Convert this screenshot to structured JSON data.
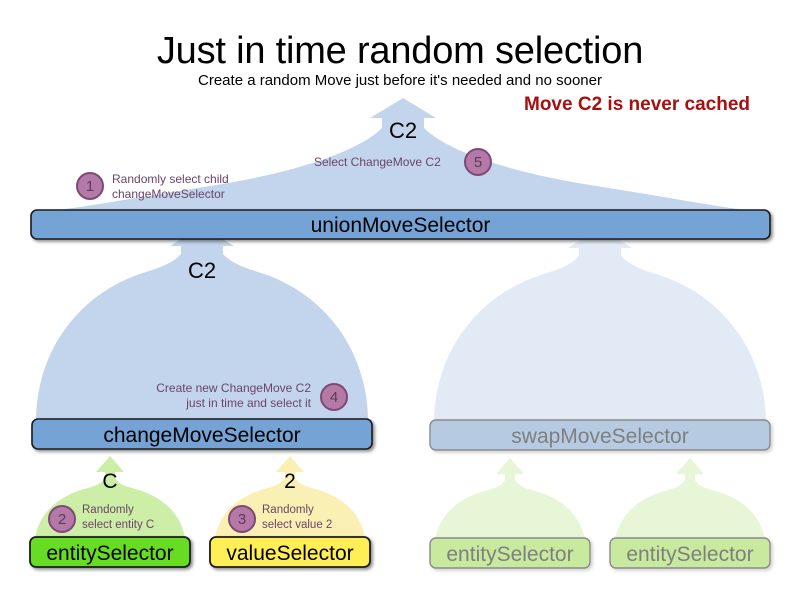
{
  "header": {
    "title": "Just in time random selection",
    "subtitle": "Create a random Move just before it's needed and no sooner",
    "note": "Move C2 is never cached",
    "note_color": "#A81010"
  },
  "colors": {
    "blob_blue": "#C2D5EC",
    "bar_blue": "#74A3D6",
    "bar_blue_dim": "#B6CBE2",
    "blob_blue_dim": "#E2EAF5",
    "blob_green": "#CCEEA6",
    "bar_green": "#66DD22",
    "blob_green_dim": "#E8F6D8",
    "bar_green_dim": "#C8EA9E",
    "blob_yellow": "#FAF0B4",
    "bar_yellow": "#FFEE55",
    "badge_fill": "#B579A8",
    "badge_stroke": "#7C4A74",
    "annotation_text": "#6B4566"
  },
  "nodes": {
    "union": {
      "label": "unionMoveSelector",
      "dimmed": false
    },
    "change": {
      "label": "changeMoveSelector",
      "dimmed": false
    },
    "swap": {
      "label": "swapMoveSelector",
      "dimmed": true
    },
    "entity_c": {
      "label": "entitySelector",
      "dimmed": false
    },
    "value_2": {
      "label": "valueSelector",
      "dimmed": false
    },
    "swap_entity_1": {
      "label": "entitySelector",
      "dimmed": true
    },
    "swap_entity_2": {
      "label": "entitySelector",
      "dimmed": true
    }
  },
  "flow_labels": {
    "union_out": "C2",
    "change_out": "C2",
    "entity_out": "C",
    "value_out": "2"
  },
  "annotations": [
    {
      "id": 1,
      "number": "1",
      "line1": "Randomly select child",
      "line2": "changeMoveSelector"
    },
    {
      "id": 5,
      "number": "5",
      "line1": "Select ChangeMove C2",
      "line2": ""
    },
    {
      "id": 4,
      "number": "4",
      "line1": "Create new ChangeMove C2",
      "line2": "just in time and select it"
    },
    {
      "id": 2,
      "number": "2",
      "line1": "Randomly",
      "line2": "select entity C"
    },
    {
      "id": 3,
      "number": "3",
      "line1": "Randomly",
      "line2": "select value 2"
    }
  ]
}
